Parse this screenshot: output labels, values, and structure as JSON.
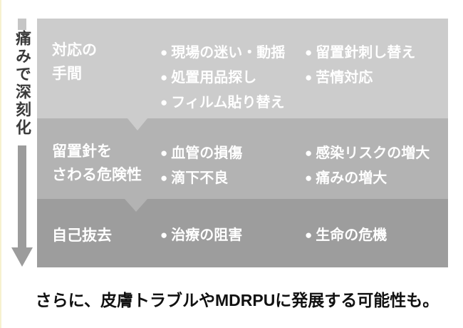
{
  "side_arrow": {
    "label": "痛みで深刻化"
  },
  "matrix": {
    "rows": [
      {
        "header": [
          "対応の",
          "手間"
        ],
        "causes": [
          "現場の迷い・動揺",
          "処置用品探し",
          "フィルム貼り替え"
        ],
        "effects": [
          "留置針刺し替え",
          "苦情対応"
        ]
      },
      {
        "header": [
          "留置針を",
          "さわる危険性"
        ],
        "causes": [
          "血管の損傷",
          "滴下不良"
        ],
        "effects": [
          "感染リスクの増大",
          "痛みの増大"
        ]
      },
      {
        "header": [
          "自己抜去"
        ],
        "causes": [
          "治療の阻害"
        ],
        "effects": [
          "生命の危機"
        ]
      }
    ]
  },
  "footer": {
    "text": "さらに、皮膚トラブルやMDRPUに発展する可能性も。"
  },
  "colors": {
    "band1": "#cccccc",
    "band2": "#b3b3b3",
    "band3": "#9d9d9d",
    "arrow": "#9c9c9c",
    "arrow_dash": "#c6c6c6",
    "band_text": "#ffffff",
    "side_text": "#3b3b3b",
    "footer_text": "#111111"
  }
}
